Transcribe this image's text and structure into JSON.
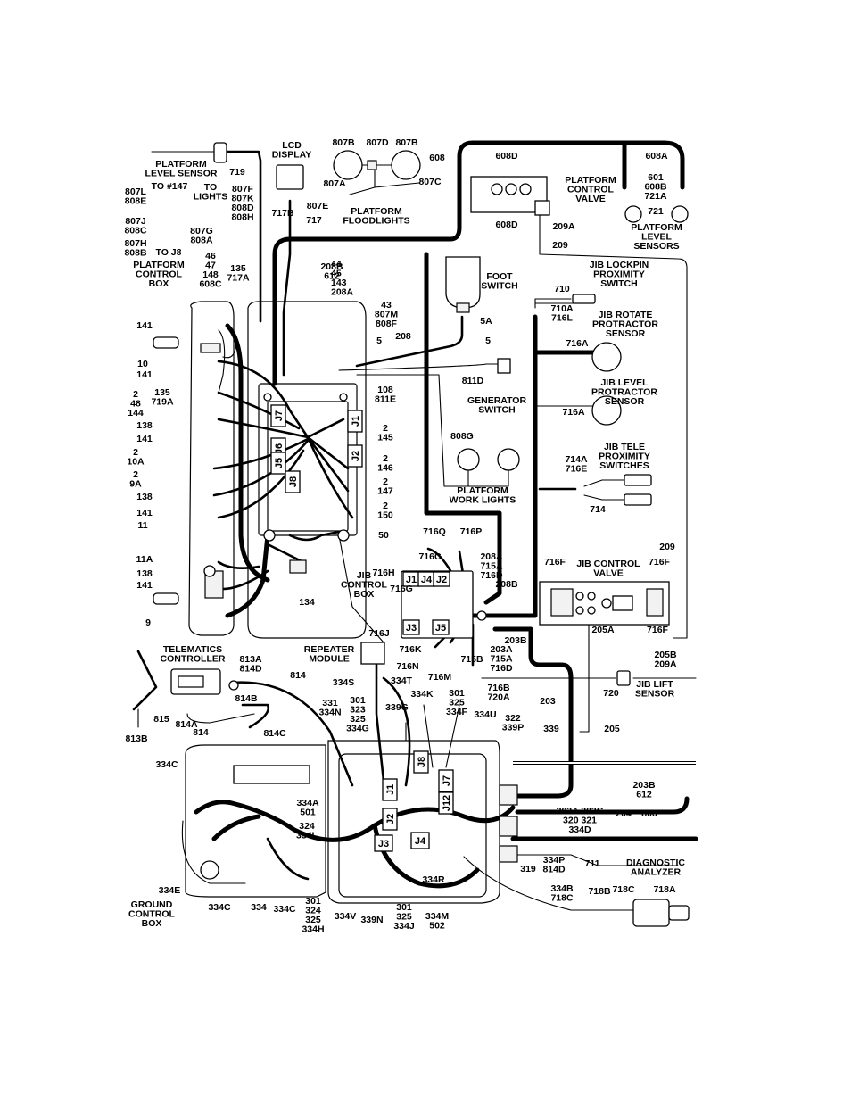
{
  "components": {
    "platform_level_sensor": "PLATFORM\nLEVEL SENSOR",
    "lcd_display": "LCD\nDISPLAY",
    "platform_floodlights": "PLATFORM\nFLOODLIGHTS",
    "platform_control_valve": "PLATFORM\nCONTROL\nVALVE",
    "platform_level_sensors": "PLATFORM\nLEVEL\nSENSORS",
    "platform_control_box": "PLATFORM\nCONTROL\nBOX",
    "foot_switch": "FOOT\nSWITCH",
    "jib_lockpin_switch": "JIB LOCKPIN\nPROXIMITY\nSWITCH",
    "jib_rotate_sensor": "JIB ROTATE\nPROTRACTOR\nSENSOR",
    "jib_level_sensor": "JIB LEVEL\nPROTRACTOR\nSENSOR",
    "generator_switch": "GENERATOR\nSWITCH",
    "jib_tele_switches": "JIB TELE\nPROXIMITY\nSWITCHES",
    "platform_work_lights": "PLATFORM\nWORK LIGHTS",
    "jib_control_valve": "JIB CONTROL\nVALVE",
    "jib_control_box": "JIB\nCONTROL\nBOX",
    "telematics_controller": "TELEMATICS\nCONTROLLER",
    "repeater_module": "REPEATER\nMODULE",
    "jib_lift_sensor": "JIB LIFT\nSENSOR",
    "ground_control_box": "GROUND\nCONTROL\nBOX",
    "diagnostic_analyzer": "DIAGNOSTIC\nANALYZER"
  },
  "connectors": {
    "platform_box": [
      "J7",
      "J1",
      "J6",
      "J2",
      "J5",
      "J8"
    ],
    "jib_box": [
      "J1",
      "J4",
      "J2",
      "J3",
      "J5"
    ],
    "ground_box": [
      "J1",
      "J8",
      "J7",
      "J12",
      "J2",
      "J3",
      "J4"
    ]
  },
  "wire_labels": [
    "719",
    "807L\n808E",
    "TO #147",
    "TO\nLIGHTS",
    "807F\n807K\n808D\n808H",
    "807J\n808C",
    "807G\n808A",
    "807H\n808B",
    "TO J8",
    "46\n47\n148\n608C",
    "135\n717A",
    "717B",
    "717",
    "807B",
    "807D",
    "807B",
    "807A",
    "807E",
    "807C",
    "608",
    "608D",
    "608D",
    "608A",
    "601\n608B\n721A",
    "721",
    "209A",
    "209",
    "208B\n612",
    "44\n45\n143\n208A",
    "43\n807M\n808F",
    "5A",
    "5",
    "208",
    "5",
    "710",
    "710A\n716L",
    "716A",
    "716A",
    "141",
    "10",
    "141",
    "135\n719A",
    "2\n48\n144",
    "108\n811E",
    "811D",
    "138",
    "141",
    "2\n10A",
    "2\n9A",
    "138",
    "141",
    "11",
    "11A",
    "138",
    "141",
    "9",
    "2\n145",
    "2\n146",
    "2\n147",
    "2\n150",
    "50",
    "134",
    "808G",
    "714A\n716E",
    "714",
    "716Q",
    "716P",
    "716C",
    "208A\n715A\n716D",
    "716H",
    "716G",
    "208B",
    "716F",
    "716F",
    "209",
    "716J",
    "716K",
    "716N",
    "716M",
    "715B",
    "203A\n715A\n716D",
    "203B",
    "205A",
    "716F",
    "205B\n209A",
    "716B\n720A",
    "720",
    "813A\n814D",
    "814",
    "815",
    "814A",
    "814B",
    "814",
    "814C",
    "813B",
    "334S",
    "334T",
    "334K",
    "331\n334N",
    "301\n323\n325\n334G",
    "339G",
    "301\n325\n334F",
    "334U",
    "322\n339P",
    "339",
    "203",
    "205",
    "334C",
    "334A\n501",
    "324\n334L",
    "203B\n612",
    "203A 203C\n320 321\n334D",
    "204",
    "806",
    "334E",
    "334C",
    "334",
    "334C",
    "301\n324\n325\n334H",
    "334V",
    "339N",
    "301\n325\n334J",
    "334R",
    "334M\n502",
    "319",
    "334P\n814D",
    "711",
    "334B\n718C",
    "718B",
    "718C",
    "718A"
  ]
}
